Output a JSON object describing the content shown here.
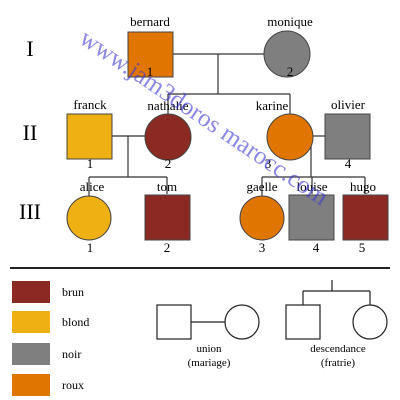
{
  "generations": [
    "I",
    "II",
    "III"
  ],
  "people": {
    "bernard": {
      "name": "bernard",
      "number": "1",
      "shape": "square",
      "hair": "roux"
    },
    "monique": {
      "name": "monique",
      "number": "2",
      "shape": "circle",
      "hair": "noir"
    },
    "franck": {
      "name": "franck",
      "number": "1",
      "shape": "square",
      "hair": "blond"
    },
    "nathalie": {
      "name": "nathalie",
      "number": "2",
      "shape": "circle",
      "hair": "brun"
    },
    "karine": {
      "name": "karine",
      "number": "3",
      "shape": "circle",
      "hair": "roux"
    },
    "olivier": {
      "name": "olivier",
      "number": "4",
      "shape": "square",
      "hair": "noir"
    },
    "alice": {
      "name": "alice",
      "number": "1",
      "shape": "circle",
      "hair": "blond"
    },
    "tom": {
      "name": "tom",
      "number": "2",
      "shape": "square",
      "hair": "brun"
    },
    "gaelle": {
      "name": "gaelle",
      "number": "3",
      "shape": "circle",
      "hair": "roux"
    },
    "louise": {
      "name": "louise",
      "number": "4",
      "shape": "square",
      "hair": "noir"
    },
    "hugo": {
      "name": "hugo",
      "number": "5",
      "shape": "square",
      "hair": "brun"
    }
  },
  "legend": {
    "colors": [
      {
        "label": "brun",
        "color": "#8b2a22"
      },
      {
        "label": "blond",
        "color": "#eeb012"
      },
      {
        "label": "noir",
        "color": "#7f7f7f"
      },
      {
        "label": "roux",
        "color": "#e07500"
      }
    ],
    "union": {
      "line1": "union",
      "line2": "(mariage)"
    },
    "descendance": {
      "line1": "descendance",
      "line2": "(fratrie)"
    }
  },
  "watermark": "www.jam3doros marocc.com"
}
